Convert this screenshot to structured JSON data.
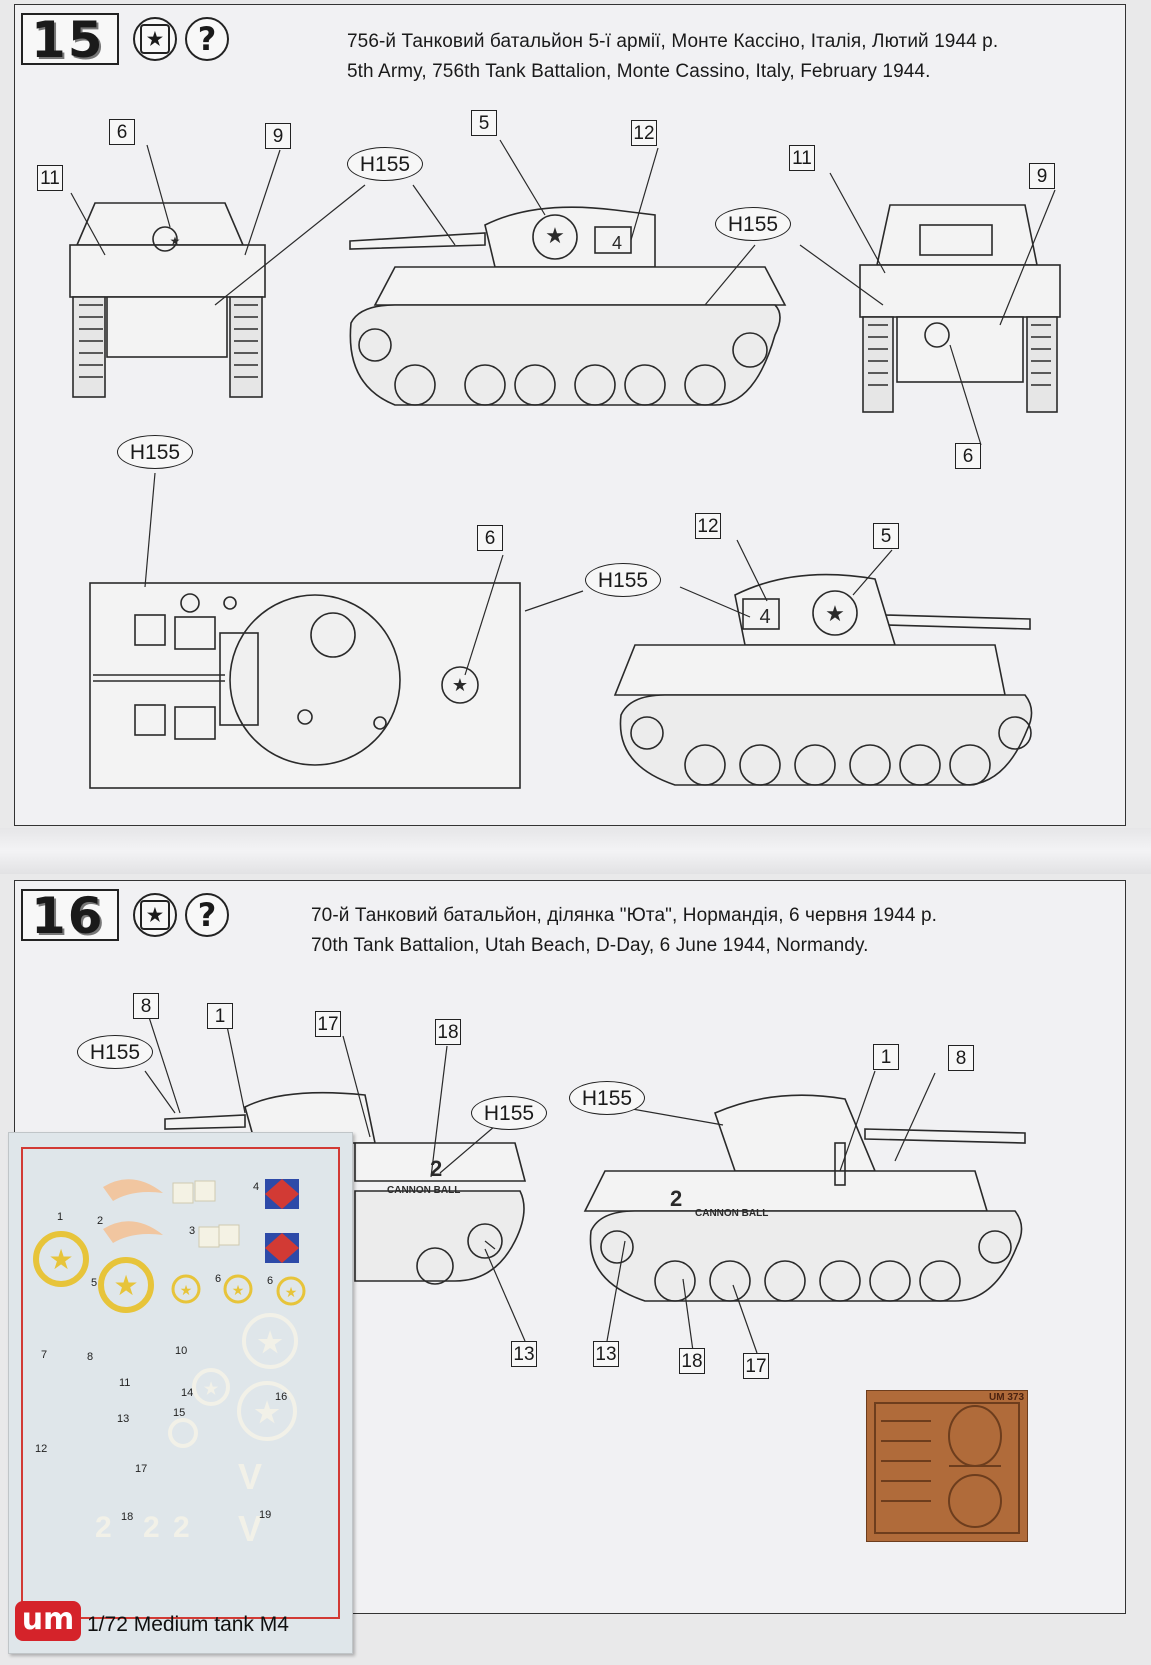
{
  "sheet15": {
    "number": "15",
    "caption_ua": "756-й Танковий батальйон 5-ї армії, Монте Кассіно, Італія, Лютий 1944 р.",
    "caption_en": "5th Army, 756th Tank Battalion, Monte Cassino, Italy, February 1944.",
    "labels": {
      "l6a": "6",
      "l9a": "9",
      "l11a": "11",
      "l5a": "5",
      "l12a": "12",
      "l11b": "11",
      "l9b": "9",
      "l6b": "6",
      "l6c": "6",
      "l12b": "12",
      "l5b": "5",
      "o1": "H155",
      "o2": "H155",
      "o3": "H155",
      "o4": "H155"
    }
  },
  "sheet16": {
    "number": "16",
    "caption_ua": "70-й Танковий батальйон, ділянка \"Юта\", Нормандія, 6 червня 1944 р.",
    "caption_en": "70th Tank Battalion, Utah Beach, D-Day, 6 June 1944, Normandy.",
    "labels": {
      "l8a": "8",
      "l1a": "1",
      "l17a": "17",
      "l18a": "18",
      "l1b": "1",
      "l8b": "8",
      "l13a": "13",
      "l13b": "13",
      "l18b": "18",
      "l17b": "17",
      "o1": "H155",
      "o2": "H155",
      "o3": "H155"
    },
    "tank_text": "CANNON BALL"
  },
  "icons": {
    "star": "star-in-circle-icon",
    "question": "question-mark-icon"
  },
  "decal_sheet": {
    "title": "1/72 Medium tank M4",
    "logo": "um",
    "numbers": [
      "1",
      "2",
      "3",
      "4",
      "5",
      "6",
      "6",
      "7",
      "8",
      "10",
      "11",
      "12",
      "13",
      "14",
      "15",
      "16",
      "17",
      "18",
      "19"
    ]
  },
  "photo_etch": {
    "label": "UM 373"
  },
  "colors": {
    "decal_border": "#d23a34",
    "logo_red": "#d5232a",
    "brass": "#b06b3a",
    "star_yellow": "#e7c43a"
  }
}
